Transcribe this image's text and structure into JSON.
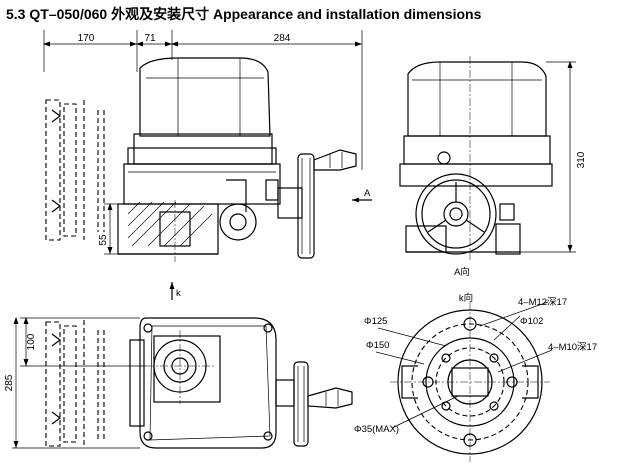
{
  "heading": "5.3 QT–050/060 外观及安装尺寸 Appearance and installation dimensions",
  "dimensions": {
    "top_width_left": "170",
    "top_width_mid": "71",
    "top_width_right": "284",
    "height_55": "55",
    "height_310": "310",
    "height_100": "100",
    "height_285": "285"
  },
  "labels": {
    "arrow_a": "A",
    "view_a": "A向",
    "arrow_k": "k",
    "view_k": "k向"
  },
  "flange_callouts": {
    "d125": "Φ125",
    "d102": "Φ102",
    "d150": "Φ150",
    "d35": "Φ35(MAX)",
    "m12": "4–M12深17",
    "m10": "4–M10深17"
  }
}
